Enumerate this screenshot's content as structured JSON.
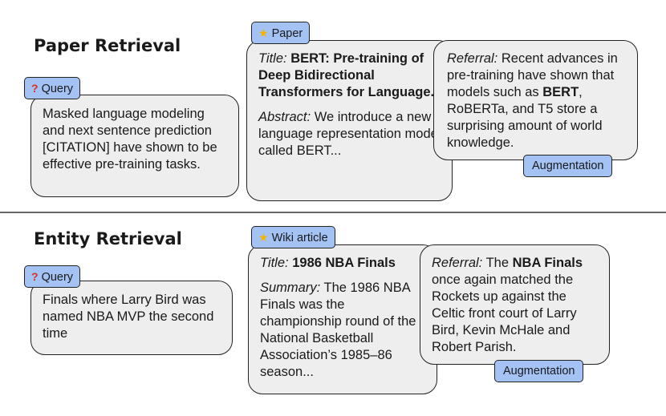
{
  "paper": {
    "section_title": "Paper Retrieval",
    "query_tag": "Query",
    "query_text": "Masked language modeling and next sentence prediction [CITATION] have shown to be effective pre-training tasks.",
    "doc_tag": "Paper",
    "doc_title_label": "Title:",
    "doc_title": "BERT: Pre-training of Deep Bidirectional Transformers for Language...",
    "doc_abstract_label": "Abstract:",
    "doc_abstract": "We introduce a new language representation model called BERT...",
    "referral_label": "Referral:",
    "referral_pre": "Recent advances in pre-training have shown that models such as",
    "referral_bold": "BERT",
    "referral_post": ", RoBERTa, and T5 store a surprising amount of world knowledge.",
    "aug_tag": "Augmentation"
  },
  "entity": {
    "section_title": "Entity Retrieval",
    "query_tag": "Query",
    "query_text": "Finals where Larry Bird was named NBA MVP the second time",
    "doc_tag": "Wiki article",
    "doc_title_label": "Title:",
    "doc_title": "1986 NBA Finals",
    "doc_summary_label": "Summary:",
    "doc_summary": "The 1986 NBA Finals was the championship round of the National Basketball Association’s 1985–86 season...",
    "referral_label": "Referral:",
    "referral_pre": "The",
    "referral_bold": "NBA Finals",
    "referral_post": "once again matched the Rockets up against the Celtic front court of Larry Bird, Kevin McHale and Robert Parish.",
    "aug_tag": "Augmentation"
  },
  "icons": {
    "query": "question-mark-icon",
    "document": "star-icon"
  },
  "colors": {
    "tag_fill": "#a4c2f4",
    "box_fill": "#eeeeee",
    "star": "#f4b400",
    "question": "#d93025"
  }
}
